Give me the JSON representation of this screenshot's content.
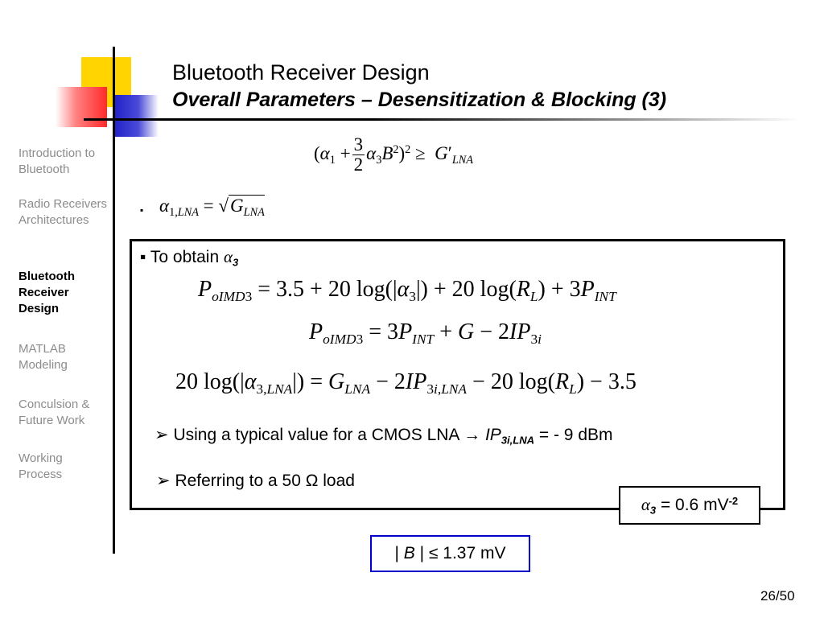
{
  "slide": {
    "title": "Bluetooth Receiver Design",
    "subtitle": "Overall Parameters – Desensitization & Blocking (3)",
    "page": "26/50"
  },
  "sidebar": {
    "items": [
      {
        "label": "Introduction to Bluetooth",
        "active": false
      },
      {
        "label": "Radio Receivers Architectures",
        "active": false
      },
      {
        "label": "Bluetooth Receiver Design",
        "active": true
      },
      {
        "label": "MATLAB Modeling",
        "active": false
      },
      {
        "label": "Conculsion & Future Work",
        "active": false
      },
      {
        "label": "Working Process",
        "active": false
      }
    ]
  },
  "content": {
    "bullet_symbol": "▪",
    "to_obtain_label": "To obtain",
    "alpha3_symbol": "α",
    "alpha3_sub": "3",
    "cmos_text": "Using a typical value for a CMOS LNA",
    "arrow": "→",
    "ip_label": "IP",
    "ip_sub": "3i,LNA",
    "ip_value": " = - 9 dBm",
    "ref_text": "Referring to a 50 Ω load",
    "alpha_result": " = 0.6 mV",
    "alpha_result_exp": "-2",
    "b_result_pre": "| ",
    "b_result_var": "B",
    "b_result_post": " | ≤ 1.37 mV"
  },
  "colors": {
    "sidebar_inactive": "#8c8c8c",
    "logo_yellow": "#ffd400",
    "logo_blue": "#2020c8",
    "logo_red": "#ff2a2a",
    "result_box_border": "#0000cc"
  }
}
